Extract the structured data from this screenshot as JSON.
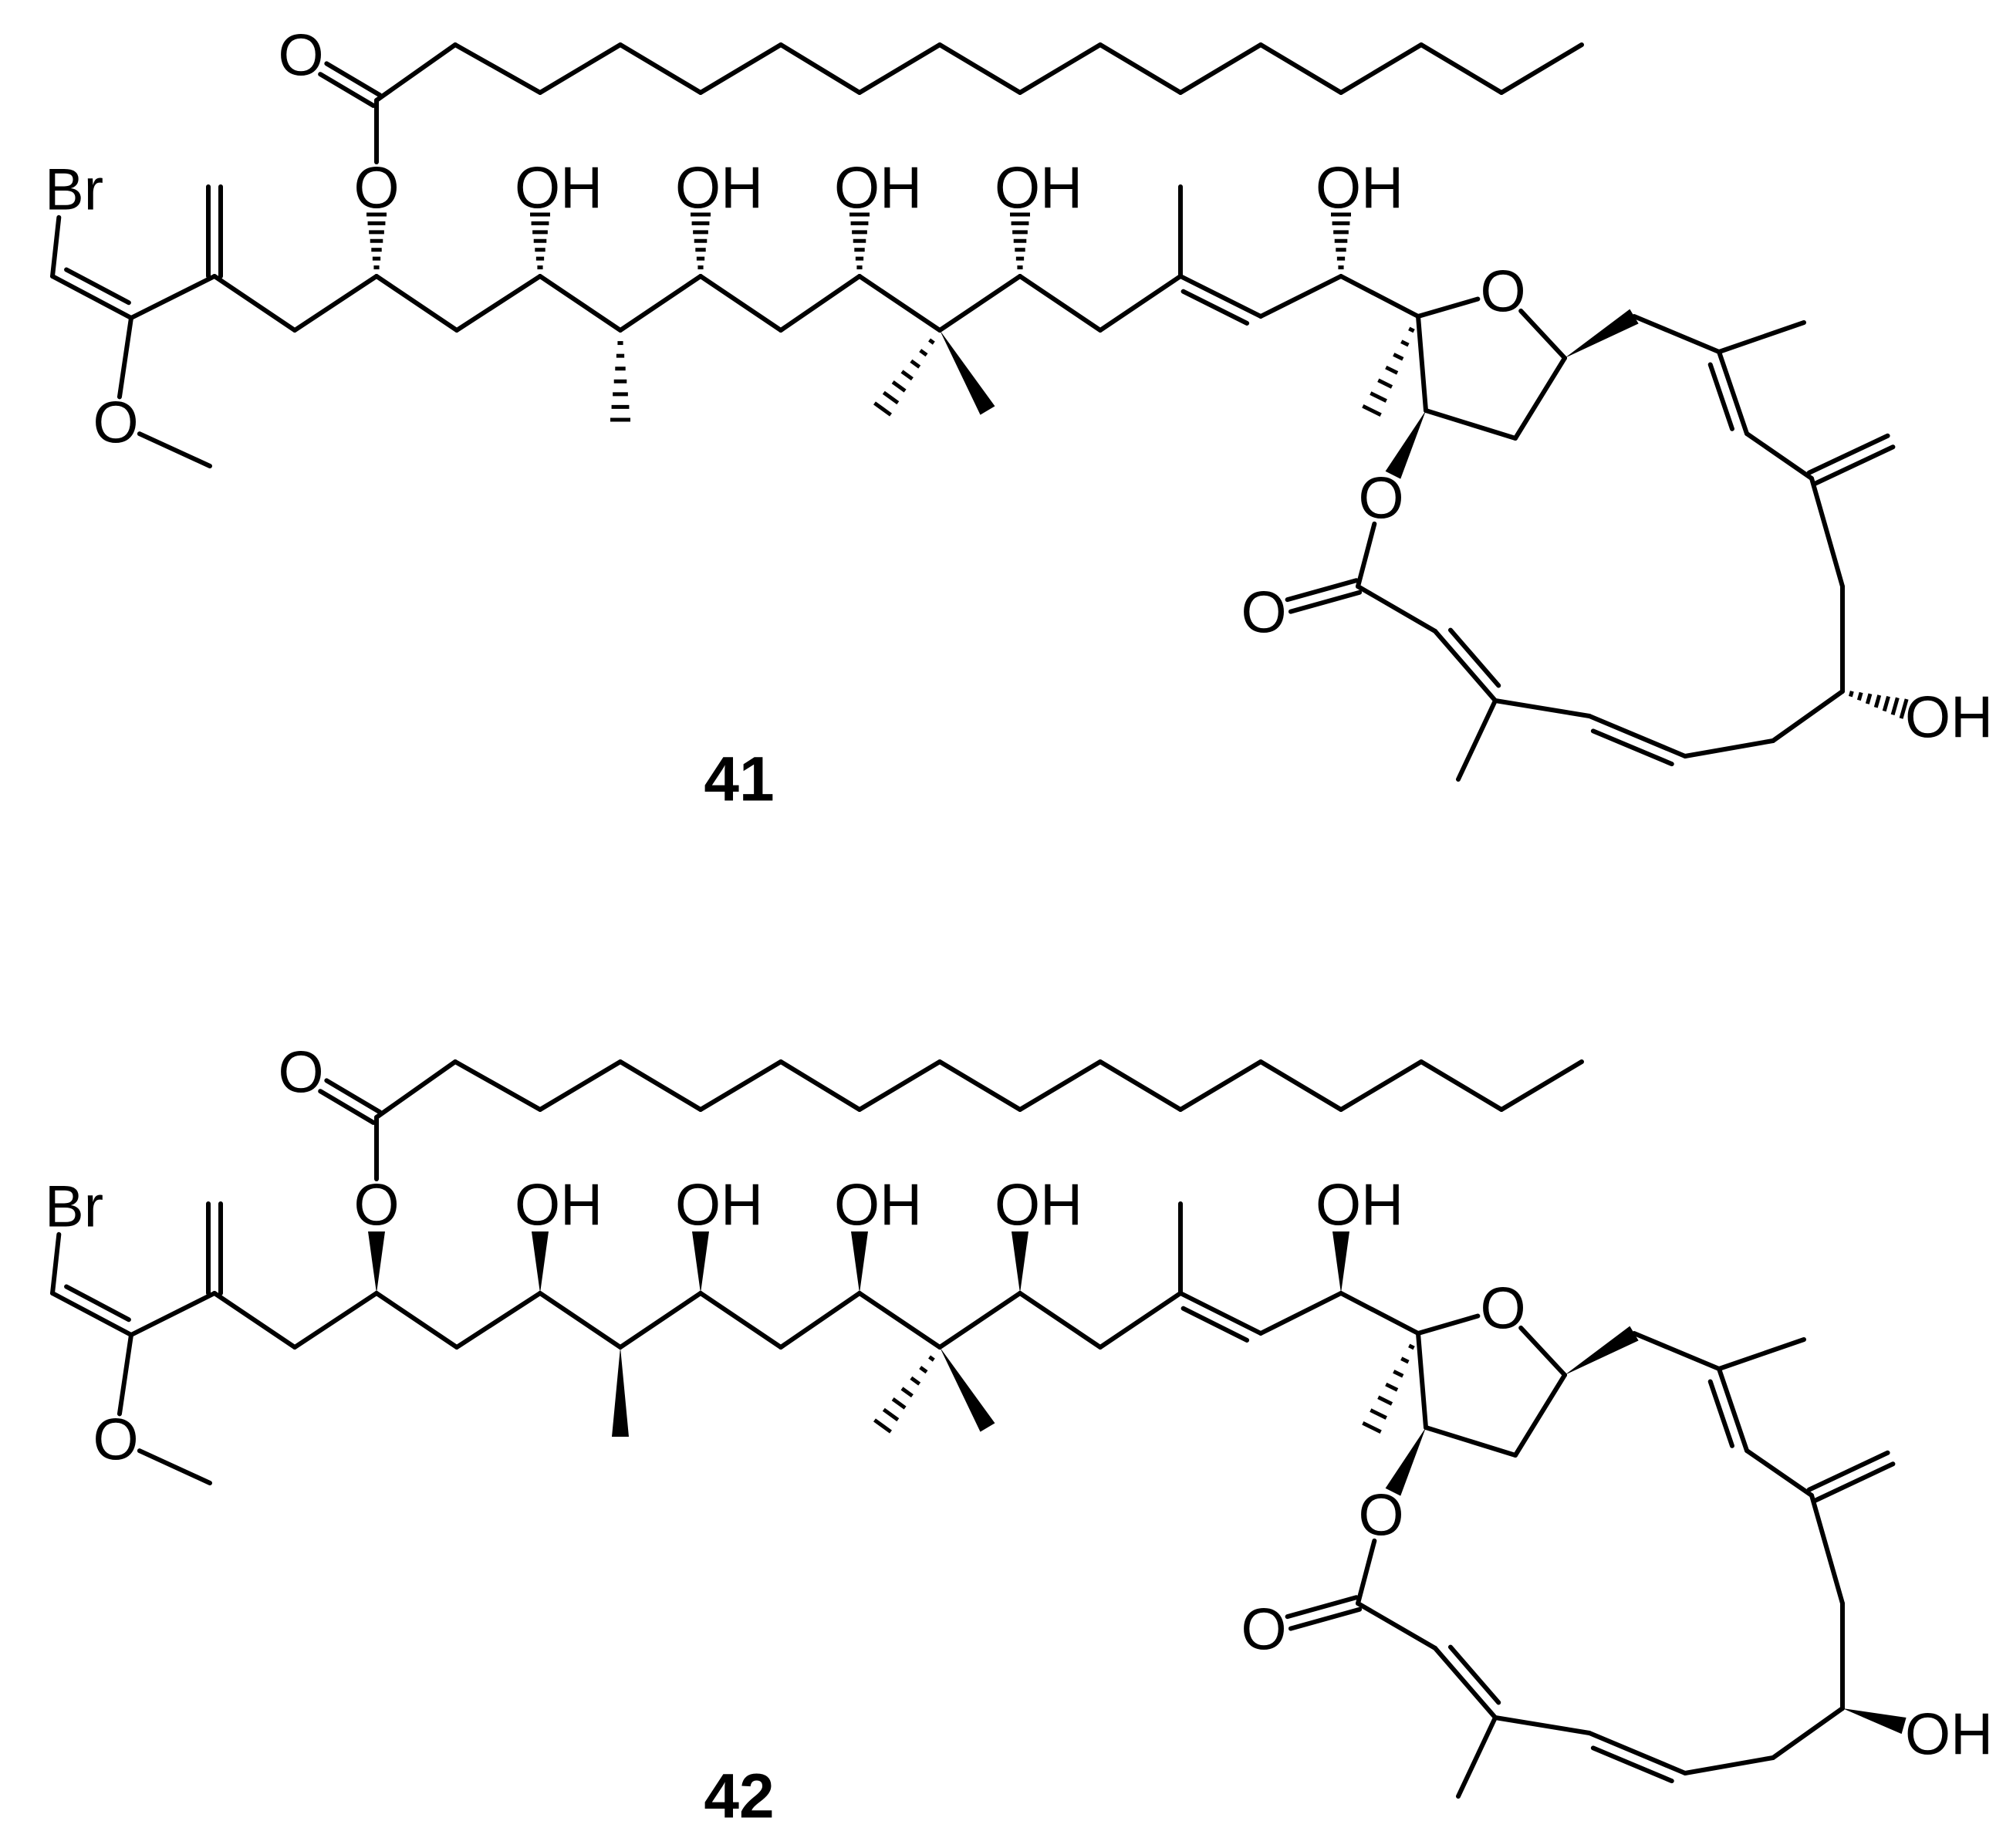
{
  "labels": {
    "bromine": "Br",
    "oxygen": "O",
    "hydroxyl": "OH"
  },
  "compounds": [
    {
      "id": "41"
    },
    {
      "id": "42"
    }
  ]
}
